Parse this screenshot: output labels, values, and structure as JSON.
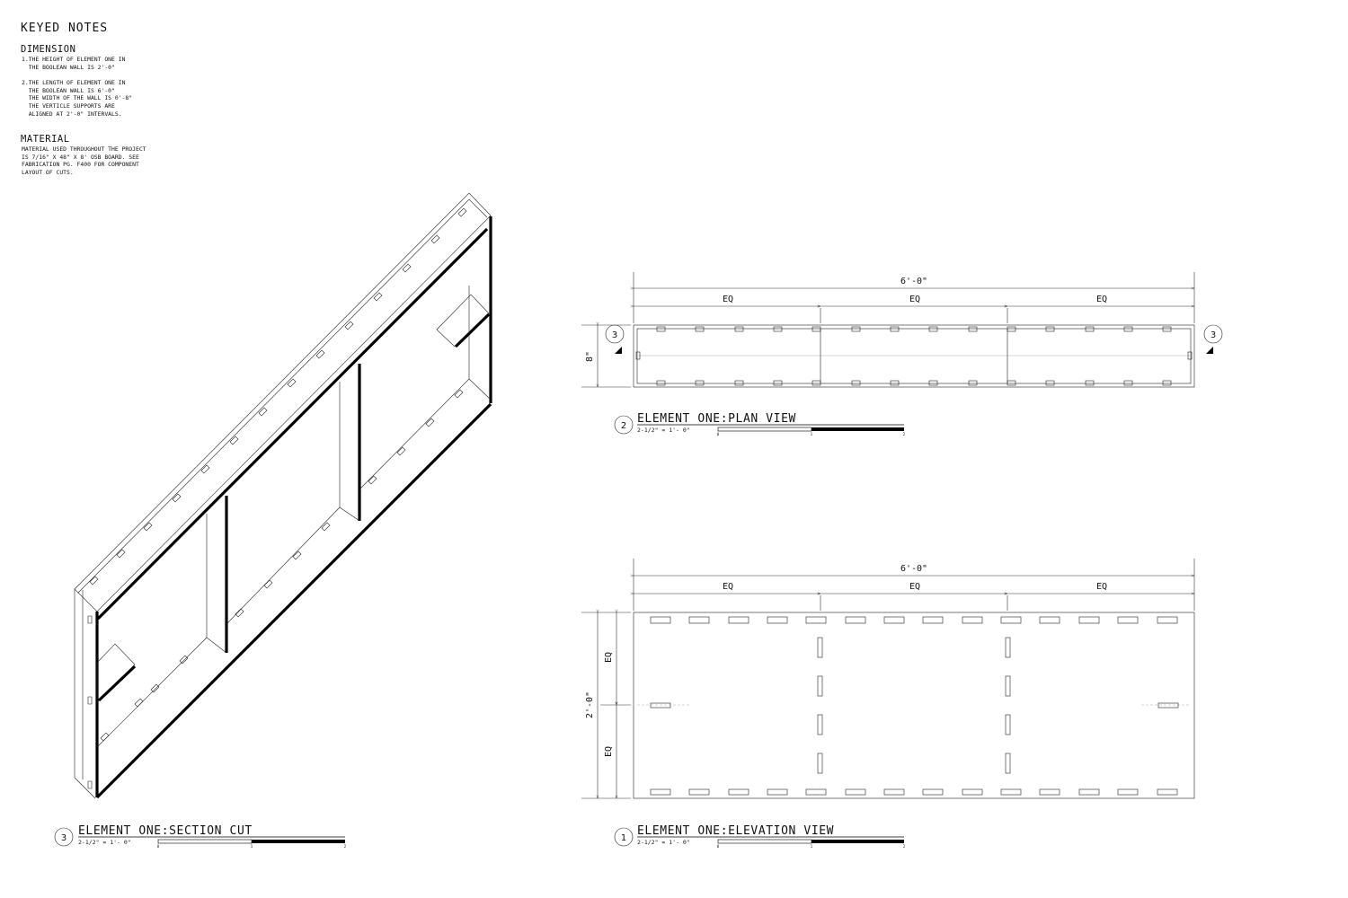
{
  "keyed_notes": {
    "title": "KEYED NOTES",
    "dimension_heading": "DIMENSION",
    "dimension_note_1": "1.THE HEIGHT OF ELEMENT ONE IN\n  THE BOOLEAN WALL IS 2'-0\"",
    "dimension_note_2": "2.THE LENGTH OF ELEMENT ONE IN\n  THE BOOLEAN WALL IS 6'-0\"\n  THE WIDTH OF THE WALL IS 0'-8\"\n  THE VERTICLE SUPPORTS ARE\n  ALIGNED AT 2'-0\" INTERVALS.",
    "material_heading": "MATERIAL",
    "material_note": "MATERIAL USED THROUGHOUT THE PROJECT\nIS 7/16\" X 48\" X 8' OSB BOARD. SEE\nFABRICATION PG. F400 FOR COMPONENT\nLAYOUT OF CUTS."
  },
  "plan_view": {
    "overall_dim": "6'-0\"",
    "segment_dims": [
      "EQ",
      "EQ",
      "EQ"
    ],
    "depth_dim": "8\"",
    "section_marker": "3",
    "view_number": "2",
    "title": "ELEMENT ONE:PLAN VIEW",
    "scale": "2-1/2\" = 1'- 0\""
  },
  "elevation_view": {
    "overall_dim": "6'-0\"",
    "segment_dims": [
      "EQ",
      "EQ",
      "EQ"
    ],
    "height_dim": "2'-0\"",
    "height_segments": [
      "EQ",
      "EQ"
    ],
    "view_number": "1",
    "title": "ELEMENT ONE:ELEVATION VIEW",
    "scale": "2-1/2\" = 1'- 0\""
  },
  "section_view": {
    "view_number": "3",
    "title": "ELEMENT ONE:SECTION CUT",
    "scale": "2-1/2\" = 1'- 0\""
  },
  "scale_bar_ticks": [
    "0",
    "1",
    "2"
  ]
}
